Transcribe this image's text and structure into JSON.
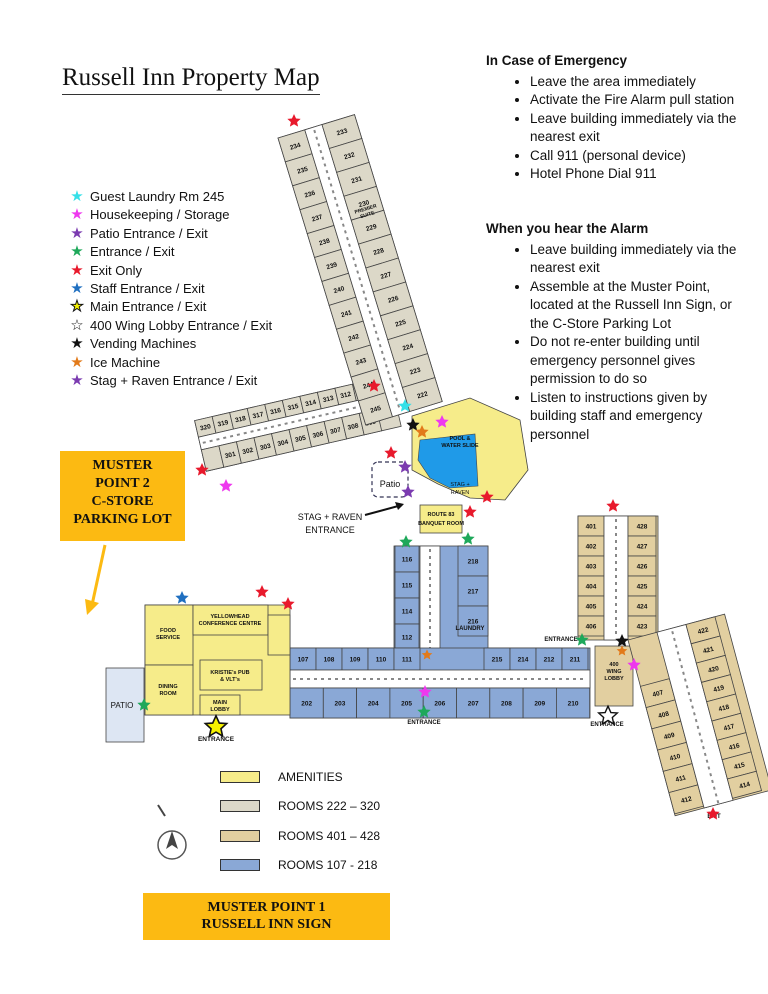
{
  "title": "Russell Inn Property Map",
  "emergency": {
    "heading": "In Case of Emergency",
    "items": [
      "Leave the area immediately",
      "Activate the Fire Alarm pull station",
      "Leave building immediately via the nearest exit",
      "Call 911 (personal device)",
      "Hotel Phone Dial 911"
    ]
  },
  "alarm": {
    "heading": "When you hear the Alarm",
    "items": [
      "Leave building immediately via the nearest exit",
      "Assemble at the Muster Point, located at the Russell Inn Sign, or the C-Store Parking Lot",
      "Do not re-enter building until emergency personnel gives permission to do so",
      "Listen to instructions given by building staff and emergency personnel"
    ]
  },
  "legend": [
    {
      "label": "Guest Laundry Rm 245",
      "color": "#35e0e8",
      "outline": false
    },
    {
      "label": "Housekeeping / Storage",
      "color": "#ee38ee",
      "outline": false
    },
    {
      "label": "Patio Entrance / Exit",
      "color": "#7b3bb0",
      "outline": false
    },
    {
      "label": "Entrance / Exit",
      "color": "#1ea85a",
      "outline": false
    },
    {
      "label": "Exit Only",
      "color": "#e8192c",
      "outline": false
    },
    {
      "label": "Staff Entrance / Exit",
      "color": "#1f6fc0",
      "outline": false
    },
    {
      "label": "Main Entrance / Exit",
      "color": "#f6f200",
      "outline": true
    },
    {
      "label": "400 Wing Lobby Entrance / Exit",
      "color": "#ffffff",
      "outline": true
    },
    {
      "label": "Vending Machines",
      "color": "#111111",
      "outline": false
    },
    {
      "label": "Ice Machine",
      "color": "#e27a1a",
      "outline": false
    },
    {
      "label": "Stag + Raven Entrance / Exit",
      "color": "#7b3bb0",
      "outline": false
    }
  ],
  "muster2": [
    "MUSTER",
    "POINT 2",
    "C-STORE",
    "PARKING LOT"
  ],
  "muster1": [
    "MUSTER POINT 1",
    "RUSSELL INN SIGN"
  ],
  "key": [
    {
      "label": "AMENITIES",
      "color": "#f6ec8a"
    },
    {
      "label": "ROOMS 222 – 320",
      "color": "#dcd8c8"
    },
    {
      "label": "ROOMS 401 – 428",
      "color": "#e2cfa0"
    },
    {
      "label": "ROOMS 107 - 218",
      "color": "#8aa8d6"
    }
  ],
  "map_labels": {
    "patio_top": "Patio",
    "patio_left": "PATIO",
    "stag_raven_entrance": "STAG + RAVEN ENTRANCE",
    "stag_raven_room": "STAG + RAVEN",
    "route83": "ROUTE 83 BANQUET ROOM",
    "pool": "POOL & WATER SLIDE",
    "premier": "PREMIER SUITE",
    "yellowhead": "YELLOWHEAD CONFERENCE CENTRE",
    "food": "FOOD SERVICE",
    "dining": "DINING ROOM",
    "kristies": "KRISTIE's PUB & VLT's",
    "lobby": "MAIN LOBBY",
    "laundry": "LAUNDRY",
    "lobby400": "400 WING LOBBY",
    "entrance": "ENTRANCE",
    "exit": "EXIT"
  },
  "rooms": {
    "wing300_top": [
      "320",
      "319",
      "318",
      "317",
      "316",
      "315",
      "314",
      "313",
      "312",
      "311",
      "310"
    ],
    "wing300_bottom": [
      "301",
      "302",
      "303",
      "304",
      "305",
      "306",
      "307",
      "308",
      "309"
    ],
    "wing200_left": [
      "234",
      "235",
      "236",
      "237",
      "238",
      "239",
      "240",
      "241",
      "242",
      "243",
      "244",
      "245"
    ],
    "wing200_right": [
      "233",
      "232",
      "231",
      "230",
      "229",
      "228",
      "227",
      "226",
      "225",
      "224",
      "223",
      "222"
    ],
    "main_bottom": [
      "202",
      "203",
      "204",
      "205",
      "206",
      "207",
      "208",
      "209",
      "210"
    ],
    "main_top_left": [
      "107",
      "108",
      "109",
      "110",
      "111"
    ],
    "main_top_right": [
      "215",
      "214",
      "212",
      "211"
    ],
    "stem_left": [
      "116",
      "115",
      "114",
      "112"
    ],
    "stem_right": [
      "218",
      "217",
      "216"
    ],
    "wing400_left": [
      "401",
      "402",
      "403",
      "404",
      "405",
      "406"
    ],
    "wing400_right": [
      "428",
      "427",
      "426",
      "425",
      "424",
      "423"
    ],
    "wing400_diag_left": [
      "407",
      "408",
      "409",
      "410",
      "411",
      "412"
    ],
    "wing400_diag_right": [
      "422",
      "421",
      "420",
      "419",
      "418",
      "417",
      "416",
      "415",
      "414"
    ]
  }
}
